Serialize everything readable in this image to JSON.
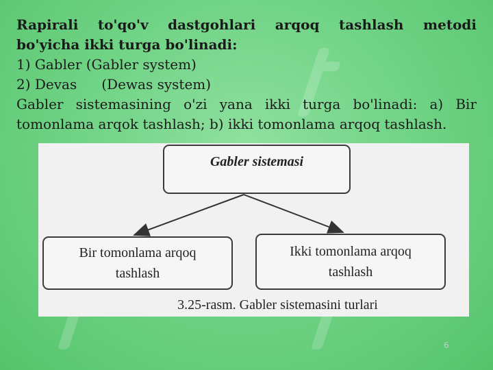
{
  "slide": {
    "heading_line1": "Rapirali to'qo'v dastgohlari arqoq tashlash metodi",
    "heading_line2": "bo'yicha ikki turga bo'linadi:",
    "item1": "1) Gabler (Gabler system)",
    "item2_a": "2) Devas",
    "item2_b": "(Dewas system)",
    "paragraph": "Gabler sistemasining o'zi yana ikki turga bo'linadi: a) Bir tomonlama arqok tashlash; b) ikki tomonlama arqoq tashlash.",
    "page_number": "6"
  },
  "figure": {
    "root": "Gabler sistemasi",
    "left_line1": "Bir tomonlama arqoq",
    "left_line2": "tashlash",
    "right_line1": "Ikki tomonlama arqoq",
    "right_line2": "tashlash",
    "caption": "3.25-rasm. Gabler sistemasini turlari"
  },
  "colors": {
    "background": "#72d487",
    "figure_bg": "#f1f1f1",
    "text": "#1a1a1a"
  }
}
